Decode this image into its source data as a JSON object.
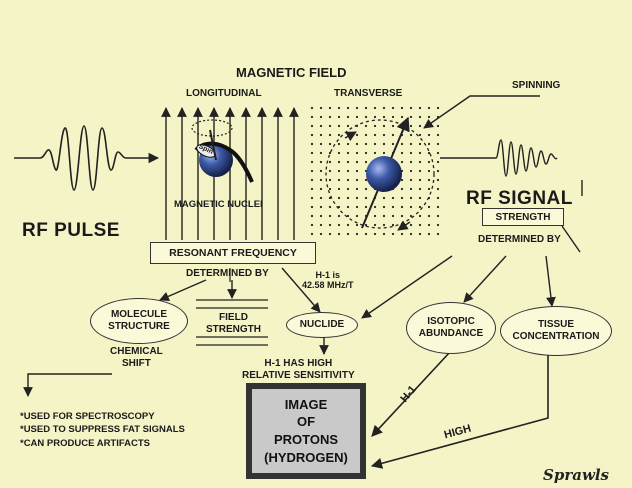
{
  "title": "MAGNETIC FIELD",
  "longitudinal": "LONGITUDINAL",
  "transverse": "TRANSVERSE",
  "spinning": "SPINNING",
  "spin": "Spin",
  "magnetic_nuclei": "MAGNETIC NUCLEI",
  "rf_pulse": "RF PULSE",
  "rf_signal": "RF SIGNAL",
  "strength": "STRENGTH",
  "determined_by_right": "DETERMINED BY",
  "resonant_frequency": "RESONANT FREQUENCY",
  "determined_by_left": "DETERMINED BY",
  "h1_freq": [
    "H-1 is",
    "42.58 MHz/T"
  ],
  "molecule_structure": [
    "MOLECULE",
    "STRUCTURE"
  ],
  "field_strength": [
    "FIELD",
    "STRENGTH"
  ],
  "nuclide": "NUCLIDE",
  "isotopic_abundance": [
    "ISOTOPIC",
    "ABUNDANCE"
  ],
  "tissue_concentration": [
    "TISSUE",
    "CONCENTRATION"
  ],
  "chemical_shift": [
    "CHEMICAL",
    "SHIFT"
  ],
  "h1_sensitivity": [
    "H-1 HAS HIGH",
    "RELATIVE SENSITIVITY"
  ],
  "notes": [
    "*USED FOR SPECTROSCOPY",
    "*USED TO SUPPRESS FAT SIGNALS",
    "*CAN PRODUCE ARTIFACTS"
  ],
  "image_box": [
    "IMAGE",
    "OF",
    "PROTONS",
    "(HYDROGEN)"
  ],
  "h1_arrow": "H-1",
  "high_arrow": "HIGH",
  "signature": "Sprawls",
  "colors": {
    "background": "#f5f4c6",
    "sphere": "#3d5aa8",
    "line": "#222222"
  }
}
